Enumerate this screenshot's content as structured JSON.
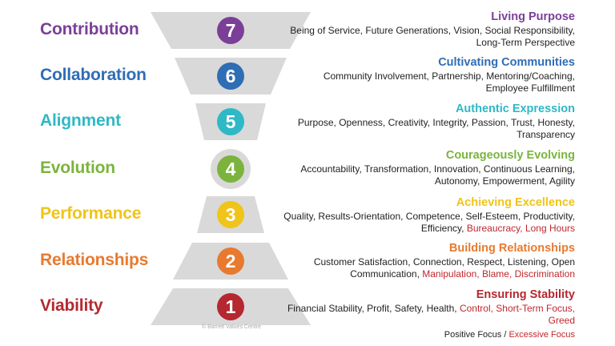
{
  "levels": [
    {
      "number": "7",
      "name": "Contribution",
      "title": "Living Purpose",
      "color": "#7b3f98",
      "desc_positive": "Being of Service, Future Generations, Vision, Social Responsibility, Long-Term Perspective",
      "desc_negative": ""
    },
    {
      "number": "6",
      "name": "Collaboration",
      "title": "Cultivating Communities",
      "color": "#2f6db5",
      "desc_positive": "Community Involvement, Partnership, Mentoring/Coaching, Employee Fulfillment",
      "desc_negative": ""
    },
    {
      "number": "5",
      "name": "Alignment",
      "title": "Authentic Expression",
      "color": "#2fb8c6",
      "desc_positive": "Purpose, Openness, Creativity, Integrity, Passion, Trust, Honesty, Transparency",
      "desc_negative": ""
    },
    {
      "number": "4",
      "name": "Evolution",
      "title": "Courageously Evolving",
      "color": "#7bb43c",
      "desc_positive": "Accountability, Transformation, Innovation, Continuous Learning, Autonomy, Empowerment, Agility",
      "desc_negative": ""
    },
    {
      "number": "3",
      "name": "Performance",
      "title": "Achieving Excellence",
      "color": "#f0c419",
      "desc_positive": "Quality, Results-Orientation, Competence, Self-Esteem, Productivity, Efficiency, ",
      "desc_negative": "Bureaucracy, Long Hours"
    },
    {
      "number": "2",
      "name": "Relationships",
      "title": "Building Relationships",
      "color": "#e87a2f",
      "desc_positive": "Customer Satisfaction, Connection, Respect, Listening, Open Communication, ",
      "desc_negative": "Manipulation, Blame, Discrimination"
    },
    {
      "number": "1",
      "name": "Viability",
      "title": "Ensuring Stability",
      "color": "#b5282f",
      "desc_positive": "Financial Stability, Profit, Safety, Health, ",
      "desc_negative": "Control, Short-Term Focus, Greed"
    }
  ],
  "legend": {
    "positive": "Positive Focus",
    "separator": " / ",
    "excessive": "Excessive Focus"
  },
  "copyright": "© Barrett Values Centre",
  "colors": {
    "funnel": "#d9d9d9",
    "negative": "#c0272d"
  }
}
